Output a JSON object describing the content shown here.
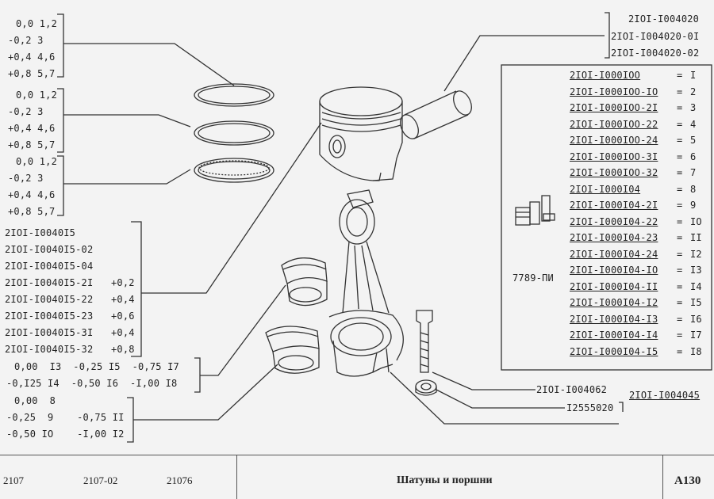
{
  "ring_sets": [
    {
      "rows": [
        [
          "0,0",
          "1,2"
        ],
        [
          "-0,2",
          "3"
        ],
        [
          "+0,4",
          "4,6"
        ],
        [
          "+0,8",
          "5,7"
        ]
      ]
    },
    {
      "rows": [
        [
          "0,0",
          "1,2"
        ],
        [
          "-0,2",
          "3"
        ],
        [
          "+0,4",
          "4,6"
        ],
        [
          "+0,8",
          "5,7"
        ]
      ]
    },
    {
      "rows": [
        [
          "0,0",
          "1,2"
        ],
        [
          "-0,2",
          "3"
        ],
        [
          "+0,4",
          "4,6"
        ],
        [
          "+0,8",
          "5,7"
        ]
      ]
    }
  ],
  "pin_parts": [
    "2IOI-I004020",
    "2IOI-I004020-0I",
    "2IOI-I004020-02"
  ],
  "kit": {
    "code": "7789-ПИ",
    "rows": [
      {
        "part": "2IOI-I000IOO",
        "n": "I"
      },
      {
        "part": "2IOI-I000IOO-IO",
        "n": "2"
      },
      {
        "part": "2IOI-I000IOO-2I",
        "n": "3"
      },
      {
        "part": "2IOI-I000IOO-22",
        "n": "4"
      },
      {
        "part": "2IOI-I000IOO-24",
        "n": "5"
      },
      {
        "part": "2IOI-I000IOO-3I",
        "n": "6"
      },
      {
        "part": "2IOI-I000IOO-32",
        "n": "7"
      },
      {
        "part": "2IOI-I000I04",
        "n": "8"
      },
      {
        "part": "2IOI-I000I04-2I",
        "n": "9"
      },
      {
        "part": "2IOI-I000I04-22",
        "n": "IO"
      },
      {
        "part": "2IOI-I000I04-23",
        "n": "II"
      },
      {
        "part": "2IOI-I000I04-24",
        "n": "I2"
      },
      {
        "part": "2IOI-I000I04-IO",
        "n": "I3"
      },
      {
        "part": "2IOI-I000I04-II",
        "n": "I4"
      },
      {
        "part": "2IOI-I000I04-I2",
        "n": "I5"
      },
      {
        "part": "2IOI-I000I04-I3",
        "n": "I6"
      },
      {
        "part": "2IOI-I000I04-I4",
        "n": "I7"
      },
      {
        "part": "2IOI-I000I04-I5",
        "n": "I8"
      }
    ]
  },
  "piston_parts": [
    {
      "part": "2IOI-I0040I5",
      "size": ""
    },
    {
      "part": "2IOI-I0040I5-02",
      "size": ""
    },
    {
      "part": "2IOI-I0040I5-04",
      "size": ""
    },
    {
      "part": "2IOI-I0040I5-2I",
      "size": "+0,2"
    },
    {
      "part": "2IOI-I0040I5-22",
      "size": "+0,4"
    },
    {
      "part": "2IOI-I0040I5-23",
      "size": "+0,6"
    },
    {
      "part": "2IOI-I0040I5-3I",
      "size": "+0,4"
    },
    {
      "part": "2IOI-I0040I5-32",
      "size": "+0,8"
    }
  ],
  "upper_bearings": [
    [
      "0,00",
      "I3",
      "-0,25",
      "I5",
      "-0,75",
      "I7"
    ],
    [
      "-0,I25",
      "I4",
      "-0,50",
      "I6",
      "-I,00",
      "I8"
    ]
  ],
  "lower_bearings": [
    [
      "0,00",
      "8",
      "",
      ""
    ],
    [
      "-0,25",
      "9",
      "-0,75",
      "II"
    ],
    [
      "-0,50",
      "IO",
      "-I,00",
      "I2"
    ]
  ],
  "bolt_part": "2IOI-I004062",
  "nut_part": "I2555020",
  "rod_part": "2IOI-I004045",
  "footer": {
    "models": [
      "2107",
      "2107-02",
      "21076"
    ],
    "title": "Шатуны и поршни",
    "sheet": "A130"
  }
}
